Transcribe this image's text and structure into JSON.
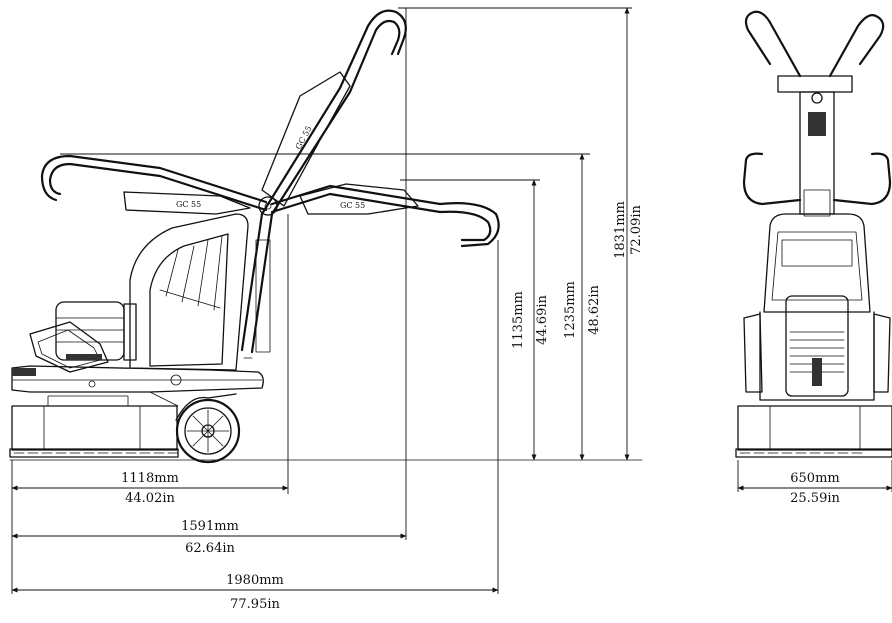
{
  "dimensions": {
    "length_short": {
      "mm": "1118mm",
      "in": "44.02in"
    },
    "length_mid": {
      "mm": "1591mm",
      "in": "62.64in"
    },
    "length_total": {
      "mm": "1980mm",
      "in": "77.95in"
    },
    "height_low": {
      "mm": "1135mm",
      "in": "44.69in"
    },
    "height_mid": {
      "mm": "1235mm",
      "in": "48.62in"
    },
    "height_total": {
      "mm": "1831mm",
      "in": "72.09in"
    },
    "width_front": {
      "mm": "650mm",
      "in": "25.59in"
    }
  },
  "handle_labels": {
    "upper": "GC 55",
    "left": "GC 55",
    "right": "GC 55"
  },
  "colors": {
    "line": "#111111",
    "background": "#ffffff",
    "panel_fill": "#333333"
  }
}
